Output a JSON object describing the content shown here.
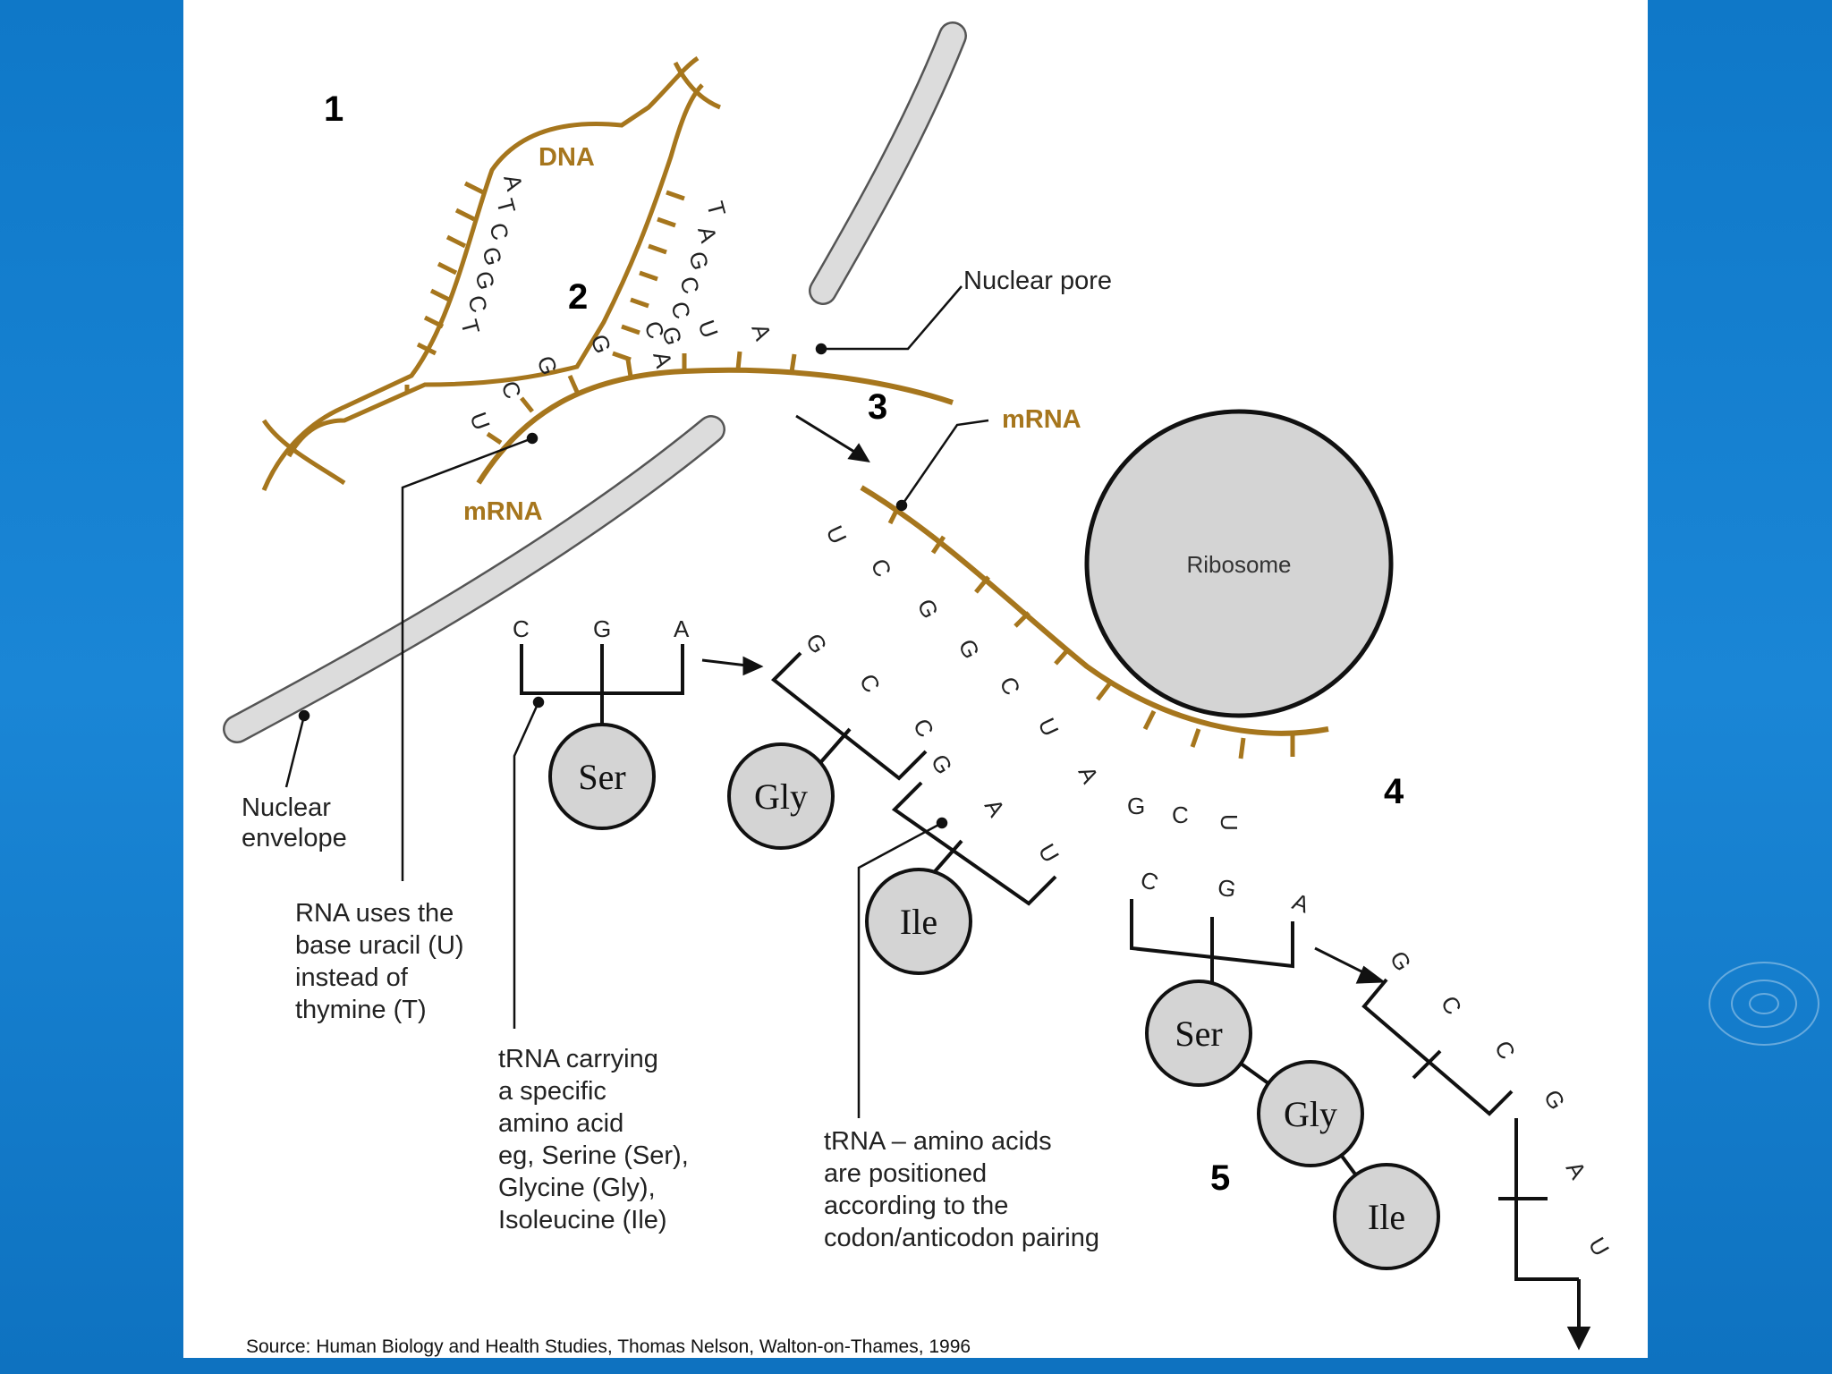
{
  "steps": [
    "1",
    "2",
    "3",
    "4",
    "5"
  ],
  "labels": {
    "dna": "DNA",
    "mrna_top": "mRNA",
    "mrna_left": "mRNA",
    "nuclear_pore": "Nuclear pore",
    "ribosome": "Ribosome",
    "nuclear_envelope": [
      "Nuclear",
      "envelope"
    ],
    "rna_uracil": [
      "RNA uses the",
      "base uracil (U)",
      "instead of",
      "thymine (T)"
    ],
    "trna_carrying": [
      "tRNA carrying",
      "a specific",
      "amino acid",
      "eg, Serine (Ser),",
      "Glycine (Gly),",
      "Isoleucine (Ile)"
    ],
    "trna_positioned": [
      "tRNA – amino acids",
      "are positioned",
      "according to the",
      "codon/anticodon pairing"
    ],
    "source": "Source: Human Biology and Health Studies, Thomas Nelson, Walton-on-Thames, 1996"
  },
  "dna_template_bases": [
    "A",
    "T",
    "C",
    "G",
    "G",
    "C",
    "T"
  ],
  "dna_coding_bases": [
    "T",
    "A",
    "G",
    "C",
    "C",
    "G",
    "A"
  ],
  "mrna_transcript_bases": [
    "U",
    "C",
    "G",
    "G",
    "C",
    "U",
    "A"
  ],
  "mrna_ribosome_bases": [
    "U",
    "C",
    "G",
    "G",
    "C",
    "U",
    "A",
    "G",
    "C",
    "U"
  ],
  "trna": [
    {
      "anticodon": [
        "C",
        "G",
        "A"
      ],
      "amino_acid": "Ser"
    },
    {
      "anticodon": [
        "G",
        "C",
        "C"
      ],
      "amino_acid": "Gly"
    },
    {
      "anticodon": [
        "G",
        "A",
        "U"
      ],
      "amino_acid": "Ile"
    },
    {
      "anticodon": [
        "C",
        "G",
        "A"
      ],
      "amino_acid": "Ser"
    }
  ],
  "polypeptide": [
    "Ser",
    "Gly",
    "Ile"
  ],
  "released_trna_bases": [
    "G",
    "C",
    "C",
    "G",
    "A",
    "U"
  ],
  "colors": {
    "nucleic_acid": "#a6761d",
    "membrane_fill": "#d9d9d9",
    "circle_fill": "#d4d4d4",
    "background": "#1580d0"
  }
}
